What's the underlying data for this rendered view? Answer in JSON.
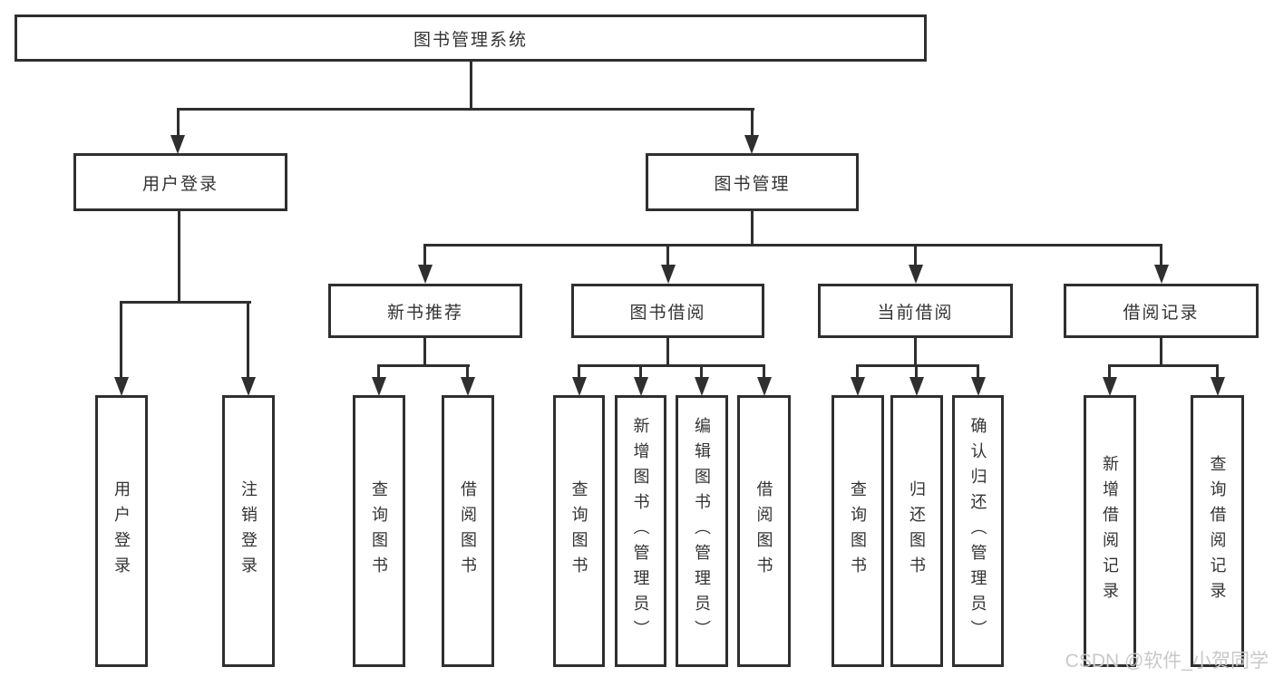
{
  "nodes": {
    "root": {
      "label": "图书管理系统"
    },
    "user_login": {
      "label": "用户登录"
    },
    "book_mgmt": {
      "label": "图书管理"
    },
    "new_book": {
      "label": "新书推荐"
    },
    "borrow": {
      "label": "图书借阅"
    },
    "current": {
      "label": "当前借阅"
    },
    "records": {
      "label": "借阅记录"
    }
  },
  "leaves": {
    "user_login": [
      "用户登录",
      "注销登录"
    ],
    "new_book": [
      "查询图书",
      "借阅图书"
    ],
    "borrow": [
      "查询图书",
      "新增图书（管理员）",
      "编辑图书（管理员）",
      "借阅图书"
    ],
    "current": [
      "查询图书",
      "归还图书",
      "确认归还（管理员）"
    ],
    "records": [
      "新增借阅记录",
      "查询借阅记录"
    ]
  },
  "watermark": "CSDN @软件_小贺同学",
  "colors": {
    "line": "#2f2f2f",
    "text": "#333333",
    "watermark": "#c9c9c9",
    "background": "#ffffff"
  }
}
